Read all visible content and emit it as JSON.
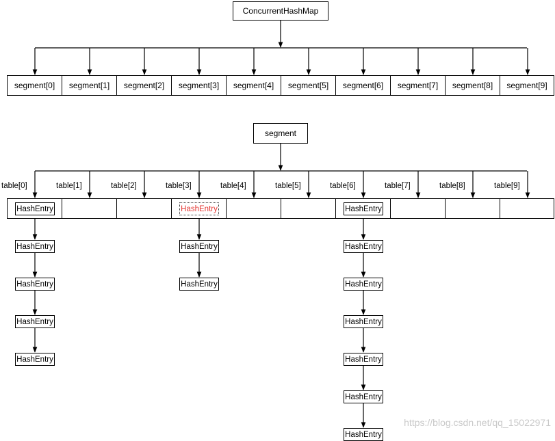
{
  "root": {
    "label": "ConcurrentHashMap"
  },
  "segments": [
    "segment[0]",
    "segment[1]",
    "segment[2]",
    "segment[3]",
    "segment[4]",
    "segment[5]",
    "segment[6]",
    "segment[7]",
    "segment[8]",
    "segment[9]"
  ],
  "segment_detail": {
    "label": "segment",
    "table_labels": [
      "table[0]",
      "table[1]",
      "table[2]",
      "table[3]",
      "table[4]",
      "table[5]",
      "table[6]",
      "table[7]",
      "table[8]",
      "table[9]"
    ]
  },
  "chains": [
    {
      "table_index": 0,
      "entries": [
        "HashEntry",
        "HashEntry",
        "HashEntry",
        "HashEntry",
        "HashEntry"
      ],
      "highlighted_first": false
    },
    {
      "table_index": 3,
      "entries": [
        "HashEntry",
        "HashEntry",
        "HashEntry"
      ],
      "highlighted_first": true
    },
    {
      "table_index": 6,
      "entries": [
        "HashEntry",
        "HashEntry",
        "HashEntry",
        "HashEntry",
        "HashEntry",
        "HashEntry",
        "HashEntry"
      ],
      "highlighted_first": false
    }
  ],
  "colors": {
    "line": "#000000",
    "highlight_text": "#e53935"
  },
  "watermark": "https://blog.csdn.net/qq_15022971"
}
